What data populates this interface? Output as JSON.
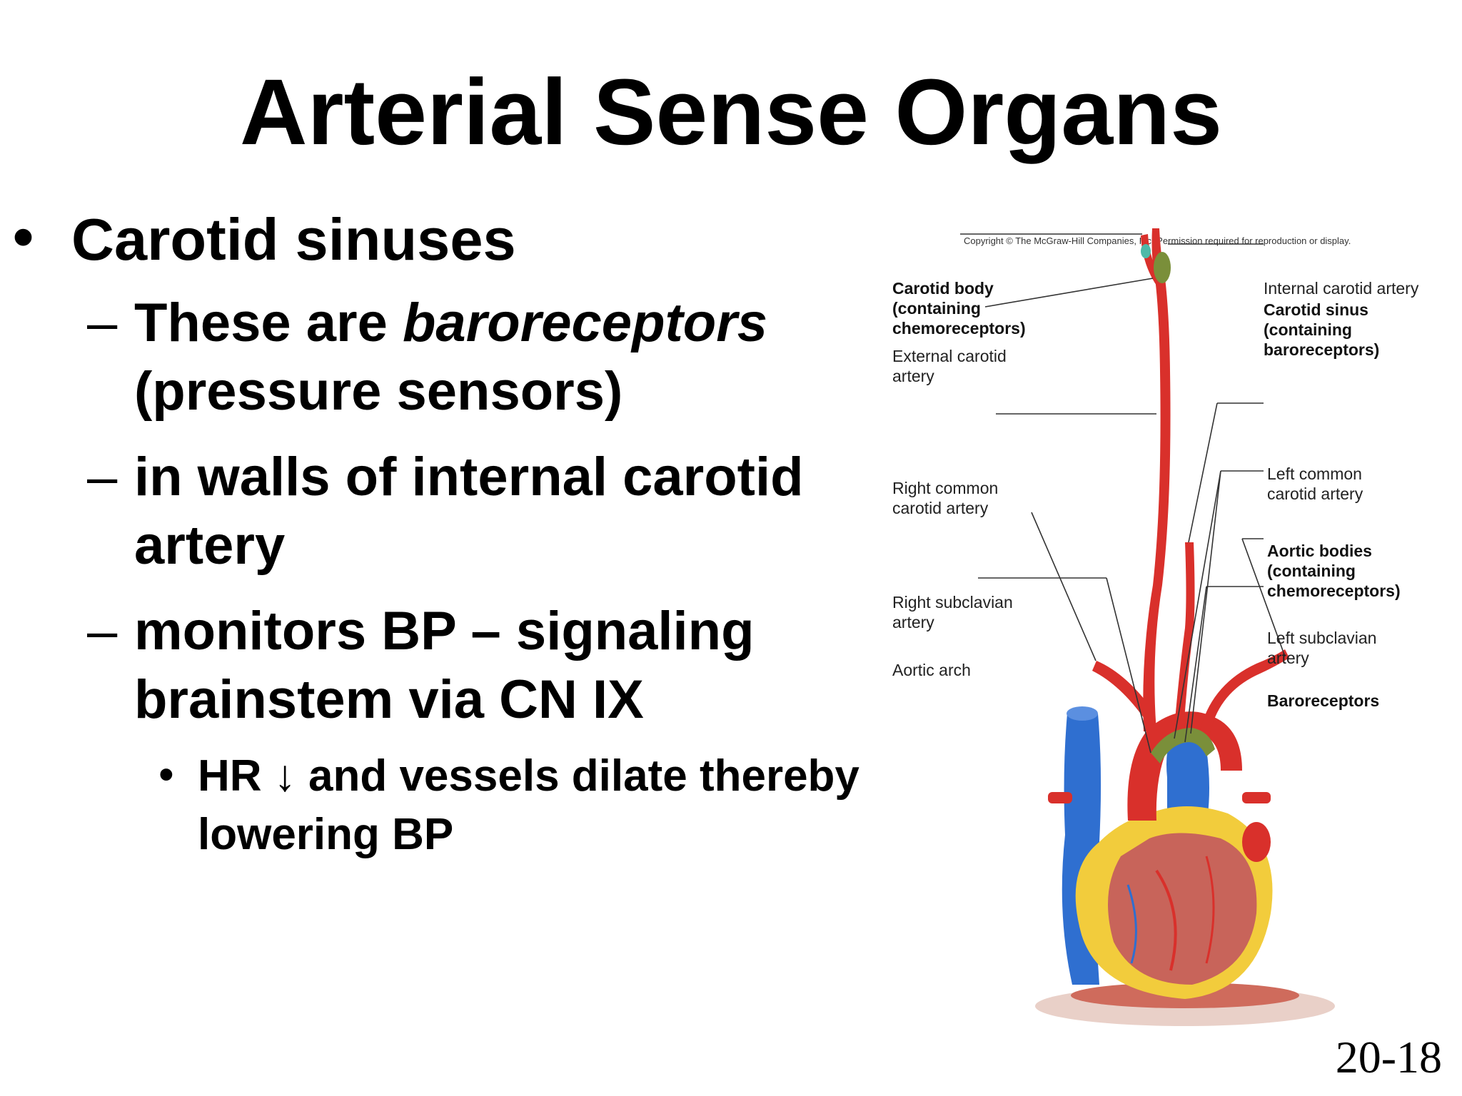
{
  "slide": {
    "title": "Arterial Sense Organs",
    "page_number": "20-18"
  },
  "bullets": {
    "level1": {
      "marker": "•",
      "text": "Carotid sinuses"
    },
    "item1": {
      "marker": "–",
      "prefix": "These are ",
      "emphasis": "baroreceptors",
      "suffix": "(pressure sensors)"
    },
    "item2": {
      "marker": "–",
      "text": "in walls of internal carotid artery"
    },
    "item3": {
      "marker": "–",
      "text": "monitors BP – signaling brainstem via CN IX"
    },
    "sub1": {
      "marker": "•",
      "text": "HR ↓ and vessels dilate thereby lowering BP"
    }
  },
  "figure": {
    "copyright": "Copyright © The McGraw-Hill Companies, Inc. Permission required for reproduction or display.",
    "labels": {
      "carotid_body": "Carotid body\n(containing\nchemoreceptors)",
      "external_carotid": "External carotid\nartery",
      "internal_carotid": "Internal carotid artery",
      "carotid_sinus": "Carotid sinus\n(containing\nbaroreceptors)",
      "right_common_carotid": "Right common\ncarotid artery",
      "left_common_carotid": "Left common\ncarotid artery",
      "aortic_bodies": "Aortic bodies\n(containing\nchemoreceptors)",
      "right_subclavian": "Right subclavian\nartery",
      "left_subclavian": "Left subclavian\nartery",
      "aortic_arch": "Aortic arch",
      "baroreceptors": "Baroreceptors"
    },
    "colors": {
      "artery": "#d9302b",
      "vein": "#2f6fd0",
      "heart_muscle": "#c8645a",
      "fat": "#f2cc3c",
      "receptor": "#7a8f3a",
      "chemoreceptor": "#4fb9a8"
    }
  }
}
